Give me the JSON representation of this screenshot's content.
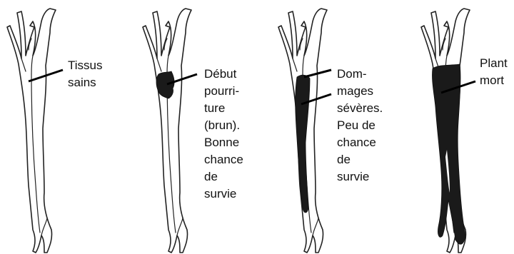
{
  "stages": [
    {
      "id": "healthy",
      "caption_lines": [
        "Tissus",
        "sains"
      ]
    },
    {
      "id": "early-rot",
      "caption_lines": [
        "Début",
        "pourri-",
        "ture",
        "(brun).",
        "Bonne",
        "chance",
        "de",
        "survie"
      ]
    },
    {
      "id": "severe",
      "caption_lines": [
        "Dom-",
        "mages",
        "sévères.",
        "Peu de",
        "chance",
        "de",
        "survie"
      ]
    },
    {
      "id": "dead",
      "caption_lines": [
        "Plant",
        "mort"
      ]
    }
  ],
  "colors": {
    "outline": "#222222",
    "rot": "#1a1a1a",
    "background": "#ffffff"
  }
}
